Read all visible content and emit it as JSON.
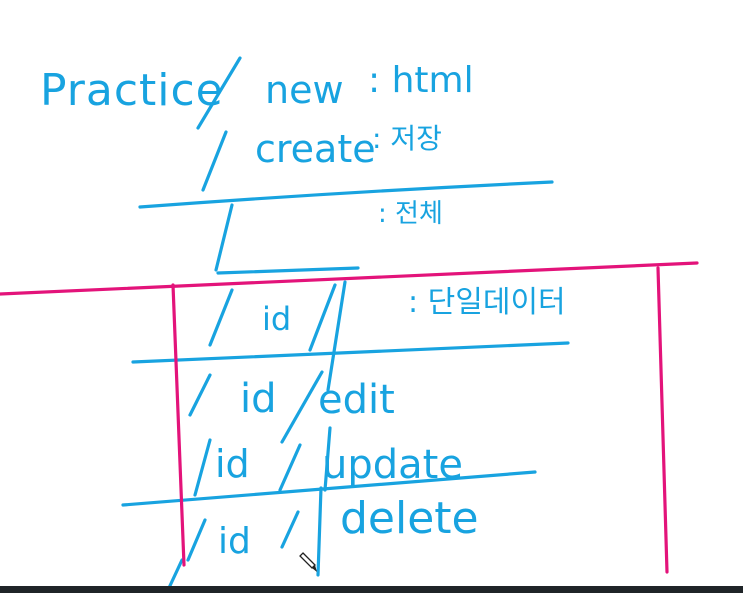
{
  "canvas": {
    "text": {
      "practice": "Practice",
      "new": "new",
      "html": ": html",
      "create": "create",
      "save": ": 저장",
      "all": ": 전체",
      "id_single": "id",
      "single_data": ": 단일데이터",
      "id_edit": "id",
      "edit": "edit",
      "id_update": "id",
      "update": "update",
      "id_delete": "id",
      "delete": "delete"
    },
    "colors": {
      "ink_blue": "#18a3e0",
      "ink_pink": "#e3137a",
      "background": "#ffffff",
      "taskbar": "#1f2428"
    }
  },
  "cursor": {
    "icon": "pen-cursor-icon"
  }
}
